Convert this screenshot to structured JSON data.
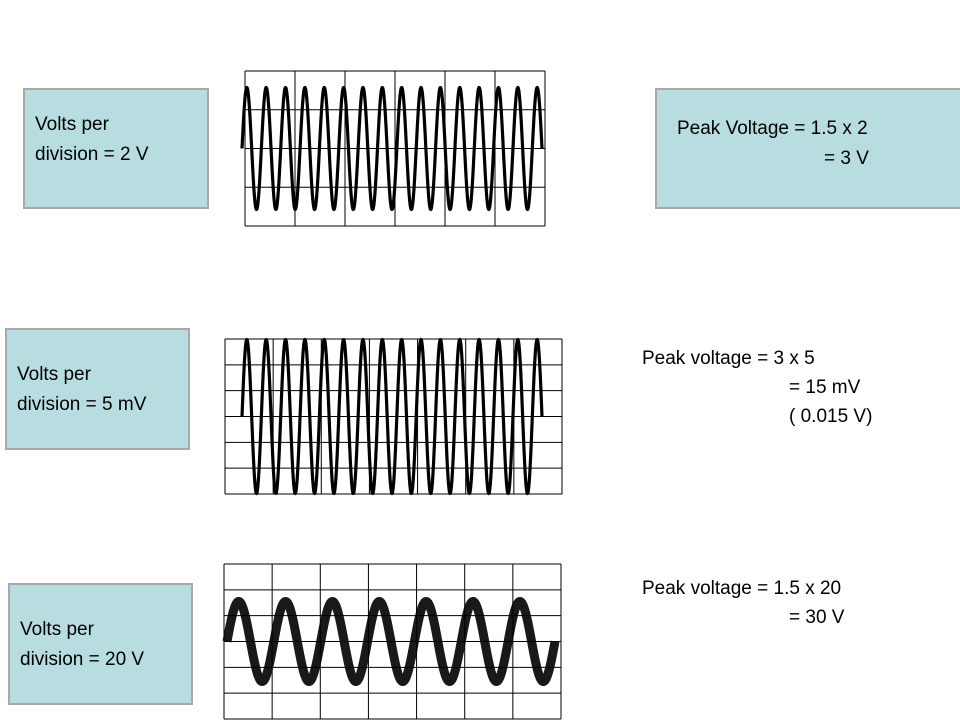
{
  "examples": [
    {
      "settings_lines": [
        "Volts per",
        "division = 2 V"
      ],
      "calc_lines": [
        "Peak Voltage = 1.5 x 2",
        "= 3 V"
      ],
      "wave": {
        "cycles": 15.5,
        "peak_divisions": 1.5,
        "total_divisions": 4
      }
    },
    {
      "settings_lines": [
        "Volts per",
        "division = 5 mV"
      ],
      "calc_lines": [
        "Peak voltage = 3 x 5",
        "= 15 mV",
        "( 0.015 V)"
      ],
      "wave": {
        "cycles": 15.5,
        "peak_divisions": 3,
        "total_divisions": 6
      }
    },
    {
      "settings_lines": [
        "Volts per",
        "division = 20 V"
      ],
      "calc_lines": [
        "Peak voltage = 1.5 x 20",
        "= 30 V"
      ],
      "wave": {
        "cycles": 7,
        "peak_divisions": 1.5,
        "total_divisions": 6
      }
    }
  ],
  "colors": {
    "box_fill": "#b7dde1",
    "box_border": "#a8a8a8",
    "trace": "#000000",
    "grid": "#000000"
  }
}
